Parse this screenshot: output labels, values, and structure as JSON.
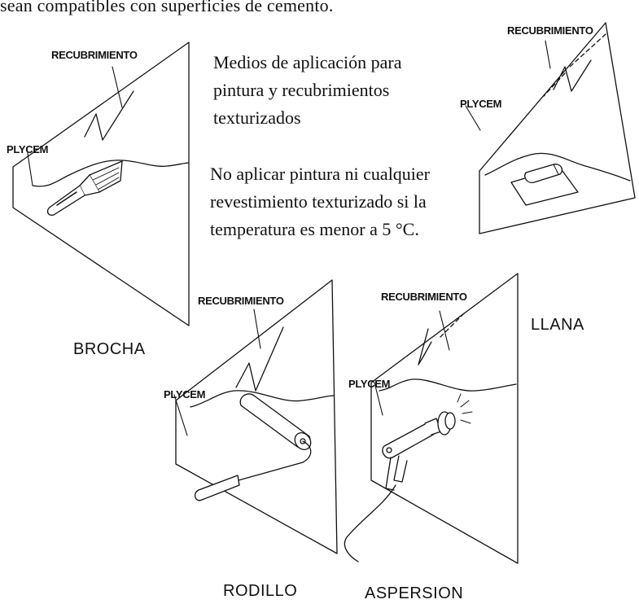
{
  "top_text": {
    "cut_line": "sean compatibles con superficies de cemento."
  },
  "info": {
    "media_lines": [
      "Medios de aplicación para",
      "pintura y recubrimientos",
      "texturizados"
    ],
    "warning_lines": [
      "No aplicar pintura ni cualquier",
      "revestimiento texturizado si la",
      "temperatura es menor a 5 °C."
    ]
  },
  "panels": {
    "brocha": {
      "coating_label": "RECUBRIMIENTO",
      "board_label": "PLYCEM",
      "caption": "BROCHA"
    },
    "llana": {
      "coating_label": "RECUBRIMIENTO",
      "board_label": "PLYCEM",
      "caption": "LLANA"
    },
    "rodillo": {
      "coating_label": "RECUBRIMIENTO",
      "board_label": "PLYCEM",
      "caption": "RODILLO"
    },
    "aspersion": {
      "coating_label": "RECUBRIMIENTO",
      "board_label": "PLYCEM",
      "caption": "ASPERSION"
    }
  }
}
